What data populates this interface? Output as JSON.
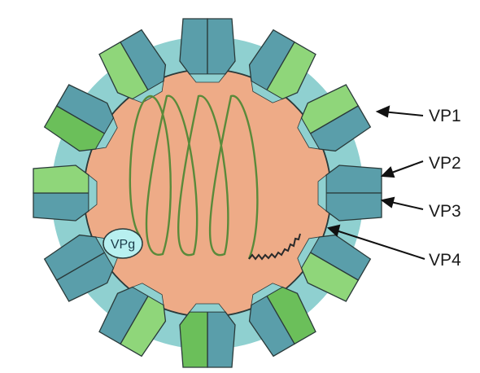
{
  "labels": {
    "vp1": "VP1",
    "vp2": "VP2",
    "vp3": "VP3",
    "vp4": "VP4",
    "vpg": "VPg"
  },
  "colors": {
    "background": "#ffffff",
    "core": "#eeab87",
    "vp4_layer": "#8fd0d0",
    "vp1_teal": "#5a9eaa",
    "vp2_light_green": "#8fd67a",
    "vp3_green": "#6bbf5a",
    "outline": "#2a3a3a",
    "rna": "#5a8a3a",
    "vpg": "#b8f0f0"
  }
}
